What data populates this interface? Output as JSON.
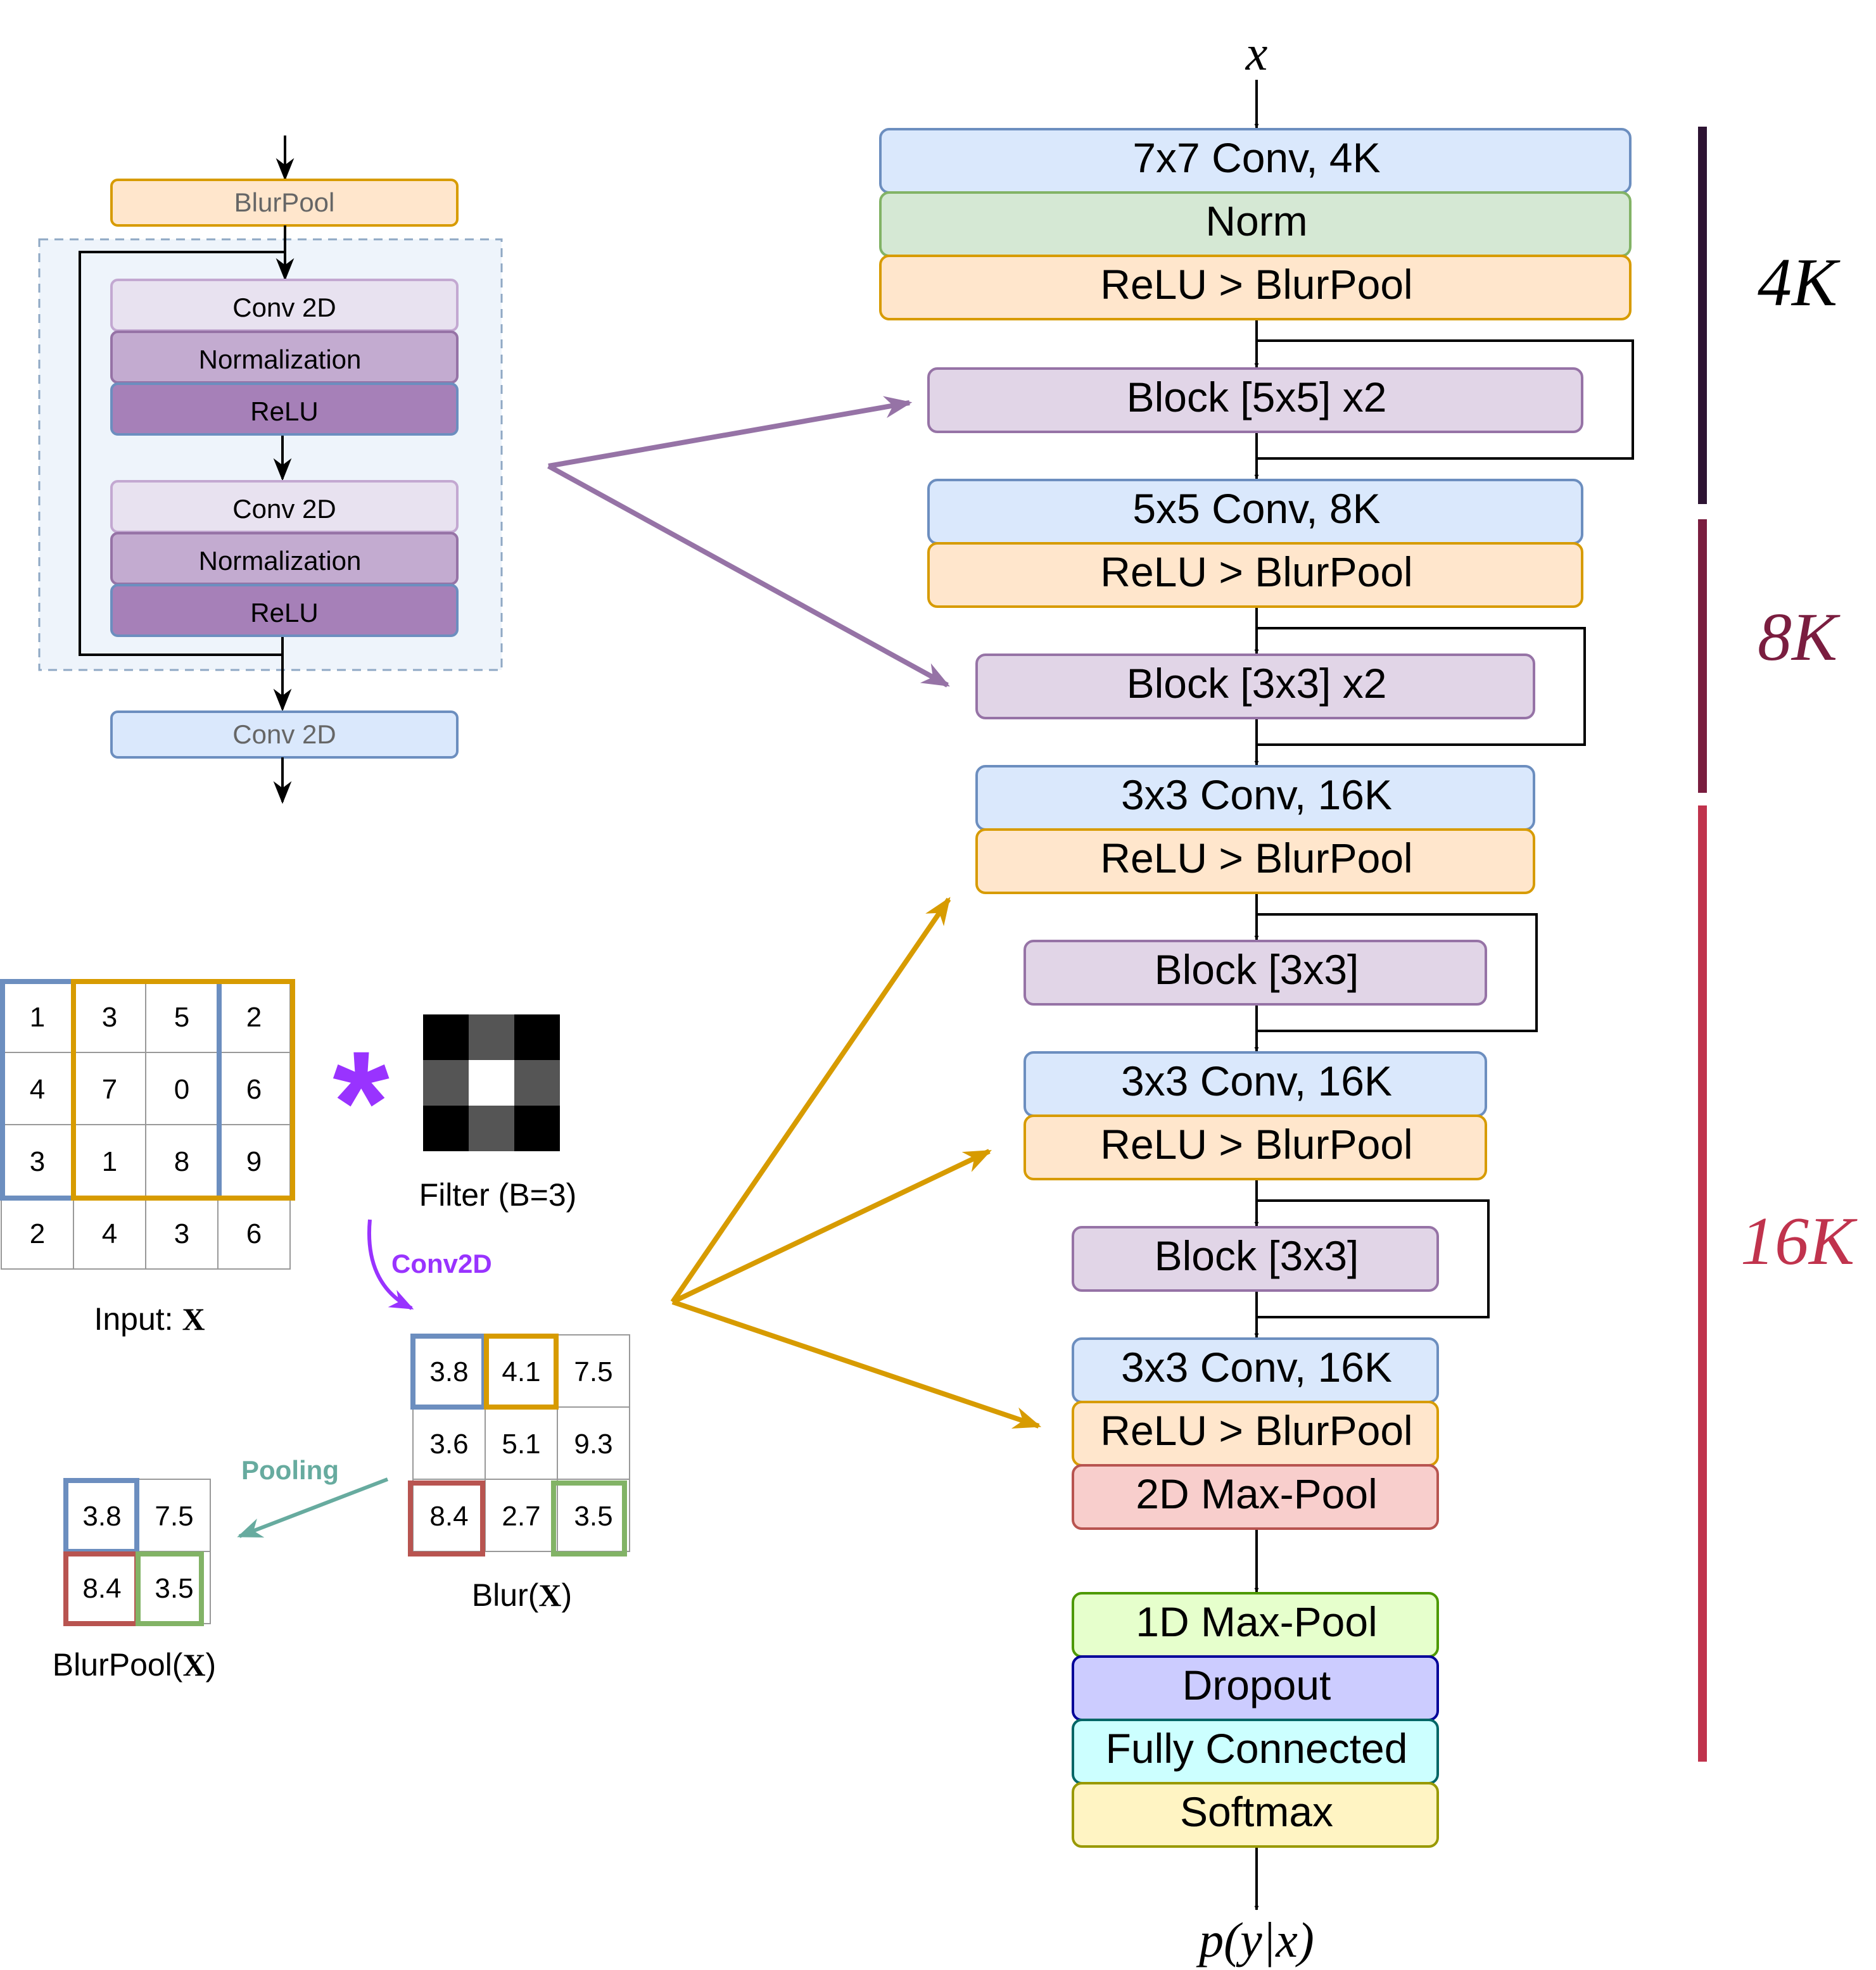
{
  "colors": {
    "blue_fill": "#dae8fc",
    "blue_stroke": "#6c8ebf",
    "green_fill": "#d5e8d4",
    "green_stroke": "#82b366",
    "orange_fill": "#ffe6cc",
    "orange_stroke": "#d79b00",
    "purple_fill": "#e1d5e7",
    "purple_stroke": "#9673a6",
    "purple_mid": "#c3abd0",
    "purple_dark": "#a680b8",
    "red_fill": "#f8cecc",
    "red_stroke": "#b85450",
    "lime_fill": "#e6ffcc",
    "lime_stroke": "#4d9900",
    "indigo_fill": "#ccccff",
    "indigo_stroke": "#000099",
    "cyan_fill": "#ccffff",
    "cyan_stroke": "#006666",
    "yellow_fill": "#fff4c3",
    "yellow_stroke": "#999900",
    "arrow_purple": "#9673a6",
    "arrow_orange": "#d79b00",
    "conv2d_violet": "#9933ff",
    "pooling_teal": "#67ab9f",
    "bar_4k": "#2e1433",
    "bar_8k": "#7a1d3f",
    "bar_16k": "#c0334d"
  },
  "network": {
    "input_label": "x",
    "output_label": "p(y|x)",
    "layers": [
      {
        "label": "7x7 Conv, 4K",
        "color": "blue"
      },
      {
        "label": "Norm",
        "color": "green"
      },
      {
        "label": "ReLU > BlurPool",
        "color": "orange"
      },
      {
        "label": "Block [5x5] x2",
        "color": "purple",
        "skip": true
      },
      {
        "label": "5x5 Conv, 8K",
        "color": "blue"
      },
      {
        "label": "ReLU > BlurPool",
        "color": "orange"
      },
      {
        "label": "Block [3x3] x2",
        "color": "purple",
        "skip": true
      },
      {
        "label": "3x3 Conv, 16K",
        "color": "blue"
      },
      {
        "label": "ReLU > BlurPool",
        "color": "orange"
      },
      {
        "label": "Block [3x3]",
        "color": "purple",
        "skip": true
      },
      {
        "label": "3x3 Conv, 16K",
        "color": "blue"
      },
      {
        "label": "ReLU > BlurPool",
        "color": "orange"
      },
      {
        "label": "Block [3x3]",
        "color": "purple",
        "skip": true
      },
      {
        "label": "3x3 Conv, 16K",
        "color": "blue"
      },
      {
        "label": "ReLU > BlurPool",
        "color": "orange"
      },
      {
        "label": "2D Max-Pool",
        "color": "red"
      },
      {
        "label": "1D Max-Pool",
        "color": "lime"
      },
      {
        "label": "Dropout",
        "color": "indigo"
      },
      {
        "label": "Fully Connected",
        "color": "cyan"
      },
      {
        "label": "Softmax",
        "color": "yellow"
      }
    ],
    "stages": [
      {
        "label": "4K",
        "color": "bar_4k"
      },
      {
        "label": "8K",
        "color": "bar_8k"
      },
      {
        "label": "16K",
        "color": "bar_16k"
      }
    ]
  },
  "block_detail": {
    "top": "BlurPool",
    "conv_a": "Conv 2D",
    "norm_a": "Normalization",
    "relu_a": "ReLU",
    "conv_b": "Conv 2D",
    "norm_b": "Normalization",
    "relu_b": "ReLU",
    "bottom": "Conv 2D"
  },
  "blurpool_example": {
    "input_grid": [
      [
        "1",
        "3",
        "5",
        "2"
      ],
      [
        "4",
        "7",
        "0",
        "6"
      ],
      [
        "3",
        "1",
        "8",
        "9"
      ],
      [
        "2",
        "4",
        "3",
        "6"
      ]
    ],
    "input_label": "Input: ",
    "input_symbol": "X",
    "operator": "*",
    "filter_label": "Filter (B=3)",
    "filter_shades": [
      [
        "#000000",
        "#555555",
        "#000000"
      ],
      [
        "#555555",
        "#ffffff",
        "#555555"
      ],
      [
        "#000000",
        "#555555",
        "#000000"
      ]
    ],
    "conv_label": "Conv2D",
    "blur_grid": [
      [
        "3.8",
        "4.1",
        "7.5"
      ],
      [
        "3.6",
        "5.1",
        "9.3"
      ],
      [
        "8.4",
        "2.7",
        "3.5"
      ]
    ],
    "blur_label_prefix": "Blur(",
    "blur_symbol": "X",
    "blur_label_suffix": ")",
    "pooling_label": "Pooling",
    "pool_grid": [
      [
        "3.8",
        "7.5"
      ],
      [
        "8.4",
        "3.5"
      ]
    ],
    "pool_label_prefix": "BlurPool(",
    "pool_symbol": "X",
    "pool_label_suffix": ")"
  }
}
